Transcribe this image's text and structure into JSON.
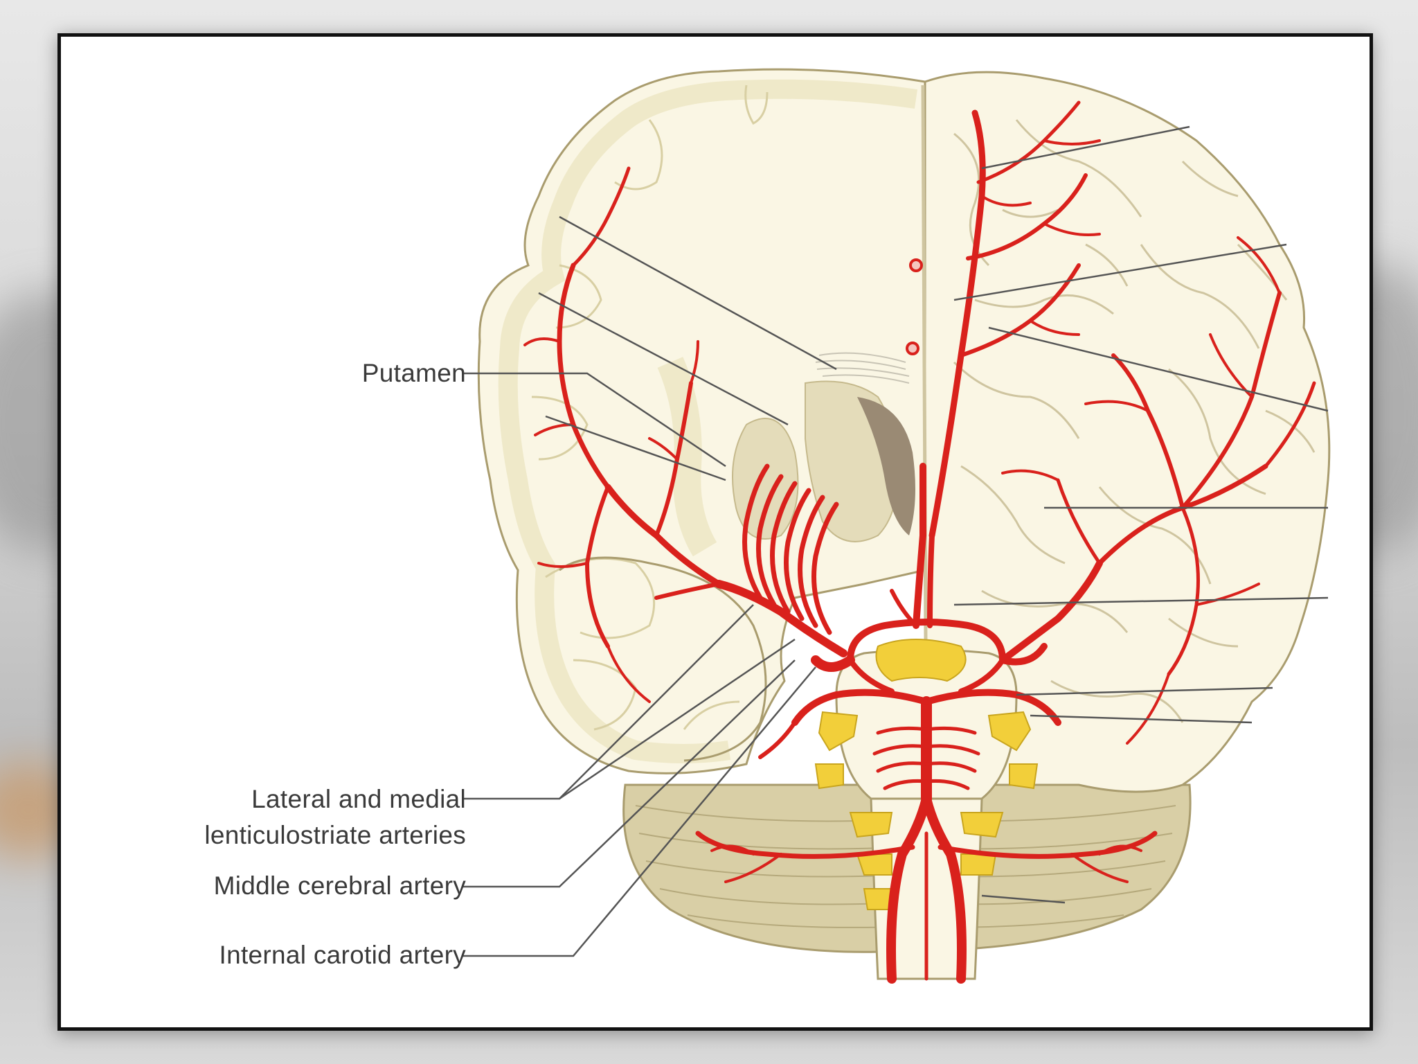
{
  "labels": {
    "putamen": "Putamen",
    "lenticulostriate_line1": "Lateral and medial",
    "lenticulostriate_line2": "lenticulostriate arteries",
    "middle_cerebral": "Middle cerebral artery",
    "internal_carotid": "Internal carotid artery"
  },
  "colors": {
    "artery": "#d9211c",
    "brain_fill": "#faf6e4",
    "gray_matter": "#efe9c9",
    "cerebellum": "#d9cfa6",
    "nucleus": "#e4dcba",
    "ventricle": "#9a8a74",
    "nerve": "#f2cf3a",
    "leader_line": "#555555",
    "frame": "#111111"
  }
}
